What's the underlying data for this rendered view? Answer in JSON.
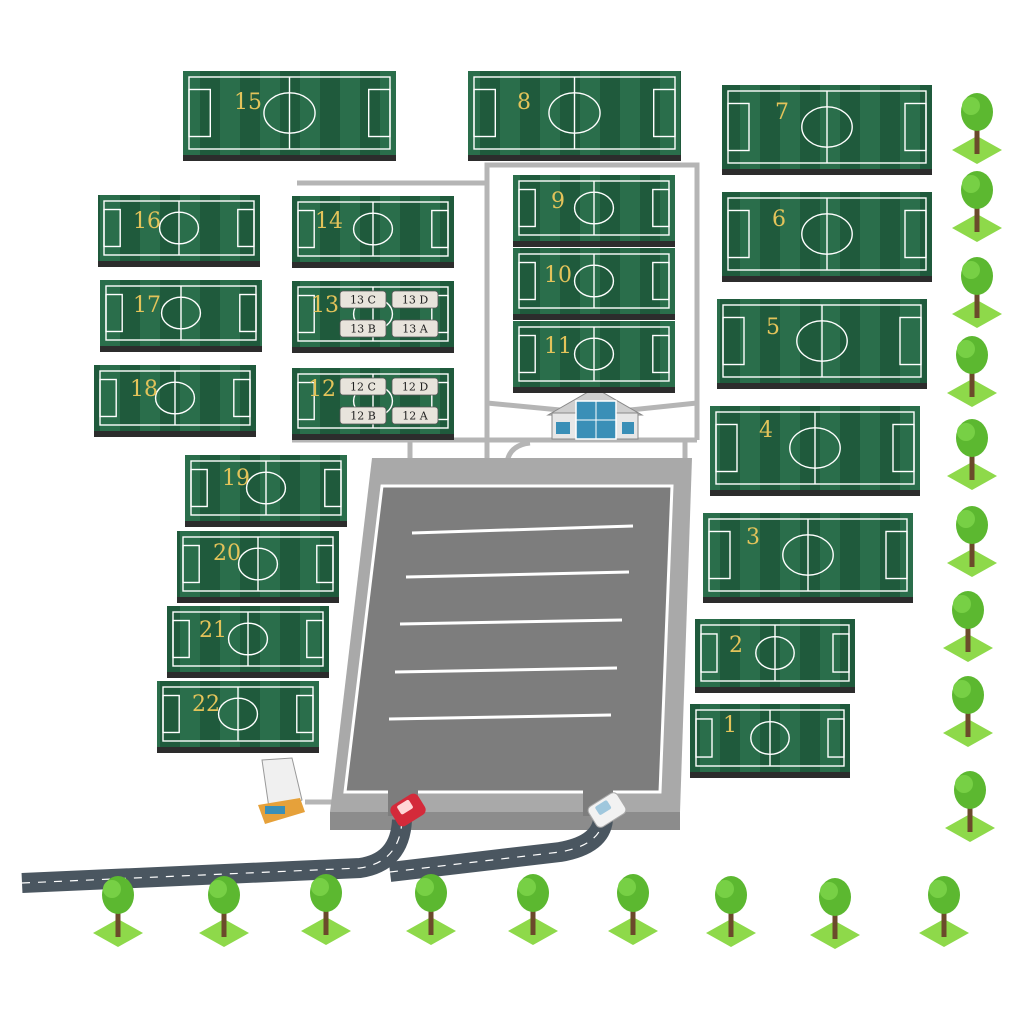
{
  "fields": [
    {
      "id": "field-1",
      "label": "1"
    },
    {
      "id": "field-2",
      "label": "2"
    },
    {
      "id": "field-3",
      "label": "3"
    },
    {
      "id": "field-4",
      "label": "4"
    },
    {
      "id": "field-5",
      "label": "5"
    },
    {
      "id": "field-6",
      "label": "6"
    },
    {
      "id": "field-7",
      "label": "7"
    },
    {
      "id": "field-8",
      "label": "8"
    },
    {
      "id": "field-9",
      "label": "9"
    },
    {
      "id": "field-10",
      "label": "10"
    },
    {
      "id": "field-11",
      "label": "11"
    },
    {
      "id": "field-12",
      "label": "12",
      "subfields": [
        "12 C",
        "12 D",
        "12 B",
        "12 A"
      ]
    },
    {
      "id": "field-13",
      "label": "13",
      "subfields": [
        "13 C",
        "13 D",
        "13 B",
        "13 A"
      ]
    },
    {
      "id": "field-14",
      "label": "14"
    },
    {
      "id": "field-15",
      "label": "15"
    },
    {
      "id": "field-16",
      "label": "16"
    },
    {
      "id": "field-17",
      "label": "17"
    },
    {
      "id": "field-18",
      "label": "18"
    },
    {
      "id": "field-19",
      "label": "19"
    },
    {
      "id": "field-20",
      "label": "20"
    },
    {
      "id": "field-21",
      "label": "21"
    },
    {
      "id": "field-22",
      "label": "22"
    }
  ],
  "colors": {
    "grass_dark": "#1f5a3c",
    "grass_light": "#2a6e4b",
    "field_edge": "#2c2c2c",
    "label_gold": "#e3c35a",
    "parking_asphalt": "#7d7d7d",
    "parking_border": "#a9a9a9",
    "road": "#4a5660",
    "path": "#b5b5b5",
    "tree_foliage": "#5cb830",
    "tree_ground": "#8ed94a",
    "building_glass": "#3a8fb7"
  },
  "icons": {
    "clubhouse": "building-icon",
    "kiosk": "kiosk-icon",
    "red_car": "car-icon",
    "white_van": "van-icon",
    "tree": "tree-icon"
  }
}
